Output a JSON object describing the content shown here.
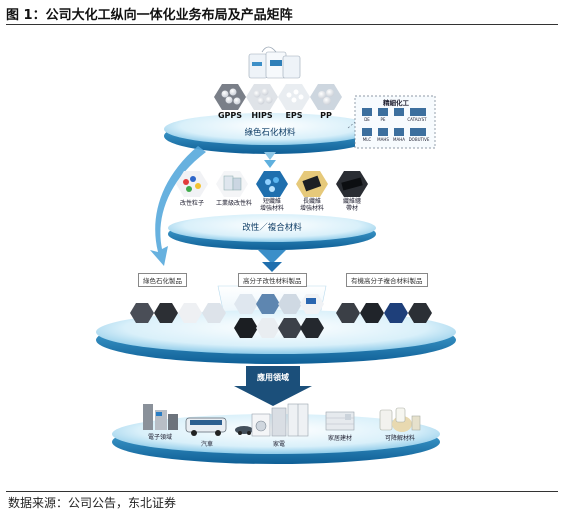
{
  "figure": {
    "title": "图 1：公司大化工纵向一体化业务布局及产品矩阵",
    "source": "数据来源：公司公告，东北证券"
  },
  "tier1": {
    "products": [
      "GPPS",
      "HIPS",
      "EPS",
      "PP"
    ],
    "label": "綠色石化材料"
  },
  "fine_chem": {
    "title": "精細化工",
    "items": [
      "DE",
      "PE",
      "CATALYST",
      "MLC",
      "MAHS",
      "MAHA",
      "DOBUTIVE"
    ]
  },
  "tier2": {
    "items": [
      "改性粒子",
      "工業級改性料",
      "短纖維 增強材料",
      "長纖維 增強材料",
      "纖維纏 帶材"
    ],
    "label": "改性／複合材料"
  },
  "tier3": {
    "categories": [
      "綠色石化製品",
      "高分子改性材料製品",
      "有機高分子複合材料製品"
    ]
  },
  "tier4": {
    "label": "應用領域",
    "items": [
      "電子領域",
      "汽車",
      "家電",
      "家居建材",
      "可降解材料"
    ]
  },
  "colors": {
    "disc_top": "#bfe4f5",
    "disc_side": "#1c84bd",
    "arrow": "#3aa0d6",
    "dark_arrow": "#1b4f7a"
  }
}
